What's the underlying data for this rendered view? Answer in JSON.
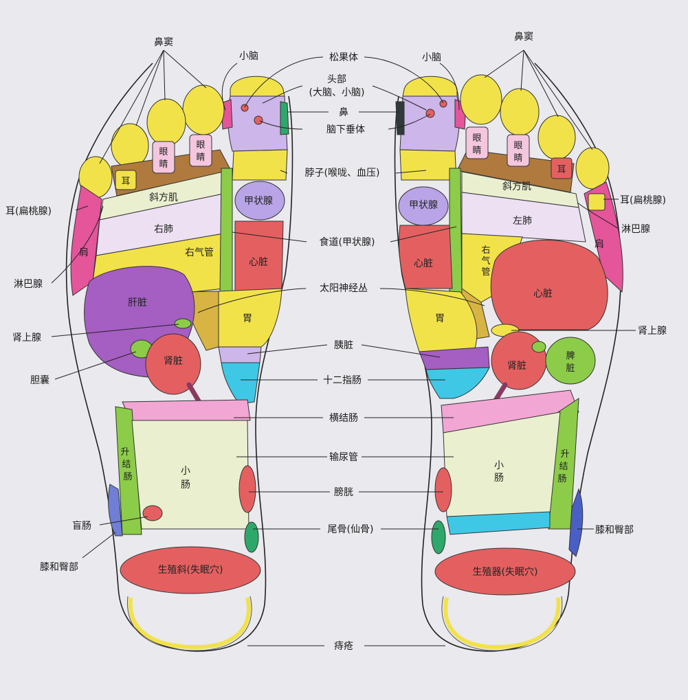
{
  "labels": {
    "nasal_sinus": "鼻窦",
    "cerebellum": "小脑",
    "pineal": "松果体",
    "head_1": "头部",
    "head_2": "(大脑、小脑)",
    "nose": "鼻",
    "pituitary": "脑下垂体",
    "neck": "脖子(喉咙、血压)",
    "ear_tonsil": "耳(扁桃腺)",
    "lymph": "淋巴腺",
    "esophagus": "食道(甲状腺)",
    "solar_plexus": "太阳神经丛",
    "adrenal": "肾上腺",
    "pancreas": "胰脏",
    "gallbladder": "胆囊",
    "duodenum": "十二指肠",
    "transverse_colon": "横结肠",
    "ureter": "输尿管",
    "bladder": "膀胱",
    "cecum": "盲肠",
    "coccyx": "尾骨(仙骨)",
    "knee_hip": "膝和臀部",
    "hemorrhoid": "痔疮"
  },
  "zones": {
    "eye": "眼睛",
    "ear": "耳",
    "trapezius": "斜方肌",
    "right_lung": "右肺",
    "left_lung": "左肺",
    "shoulder": "肩",
    "right_bronchus": "右气管",
    "bronchus_v": "右气管",
    "thyroid": "甲状腺",
    "heart": "心脏",
    "liver": "肝脏",
    "stomach": "胃",
    "kidney": "肾脏",
    "spleen": "脾脏",
    "ascending_colon": "升结肠",
    "small_intestine": "小肠",
    "genital_left": "生殖斜(失眠穴)",
    "genital_right": "生殖器(失眠穴)"
  },
  "colors": {
    "yellow": "#f2e24a",
    "pink": "#e4559a",
    "lavender": "#cdb6ea",
    "brown": "#b07a3e",
    "cream": "#eaf0cf",
    "lung": "#ede0f2",
    "purple": "#a55ec2",
    "green": "#8ccc48",
    "red": "#e46060",
    "cyan": "#3fc8e6",
    "blue": "#6f7fd6",
    "light_pink": "#f2a6d4",
    "gold": "#d8b444"
  }
}
